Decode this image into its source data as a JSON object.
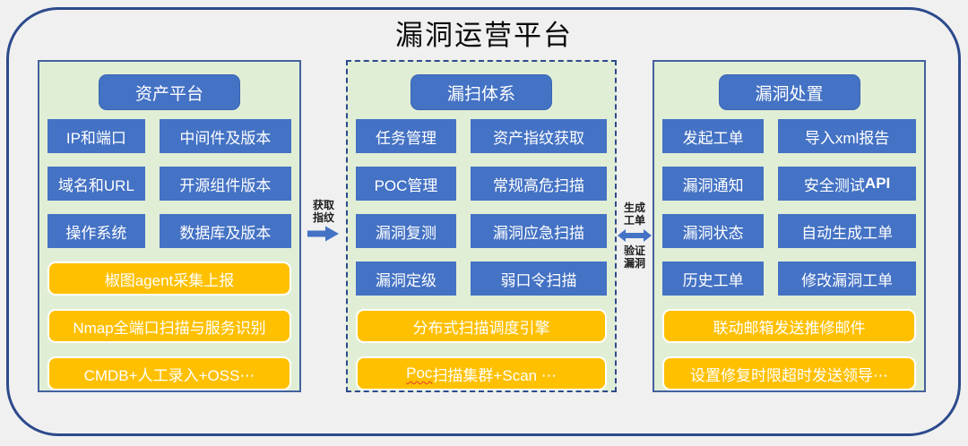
{
  "title": "漏洞运营平台",
  "colors": {
    "accent_blue": "#4472C4",
    "accent_orange": "#FFC000",
    "panel_green": "#E1EED6",
    "panel_border": "#44619D",
    "outer_border": "#2C4A8C"
  },
  "panels": {
    "asset": {
      "header": "资产平台",
      "grid": [
        [
          "IP和端口",
          "中间件及版本"
        ],
        [
          "域名和URL",
          "开源组件版本"
        ],
        [
          "操作系统",
          "数据库及版本"
        ]
      ],
      "bars": [
        {
          "text": "椒图agent采集上报"
        },
        {
          "text": "Nmap全端口扫描与服务识别"
        },
        {
          "text": "CMDB+人工录入+OSS⋯"
        }
      ]
    },
    "scan": {
      "header": "漏扫体系",
      "grid": [
        [
          "任务管理",
          "资产指纹获取"
        ],
        [
          "POC管理",
          "常规高危扫描"
        ],
        [
          "漏洞复测",
          "漏洞应急扫描"
        ],
        [
          "漏洞定级",
          "弱口令扫描"
        ]
      ],
      "bars": [
        {
          "text": "分布式扫描调度引擎"
        },
        {
          "highlight": "Poc",
          "text": "扫描集群+Scan ⋯"
        }
      ]
    },
    "dispose": {
      "header": "漏洞处置",
      "grid": [
        [
          "发起工单",
          "导入xml报告"
        ],
        [
          "漏洞通知",
          {
            "pre": "安全测试",
            "bold": "API"
          }
        ],
        [
          "漏洞状态",
          "自动生成工单"
        ],
        [
          "历史工单",
          "修改漏洞工单"
        ]
      ],
      "bars": [
        {
          "text": "联动邮箱发送推修邮件"
        },
        {
          "text": "设置修复时限超时发送领导⋯"
        }
      ]
    }
  },
  "connectors": {
    "fingerprint": {
      "line1": "获取",
      "line2": "指纹"
    },
    "workorder": {
      "top1": "生成",
      "top2": "工单",
      "bottom1": "验证",
      "bottom2": "漏洞"
    }
  }
}
